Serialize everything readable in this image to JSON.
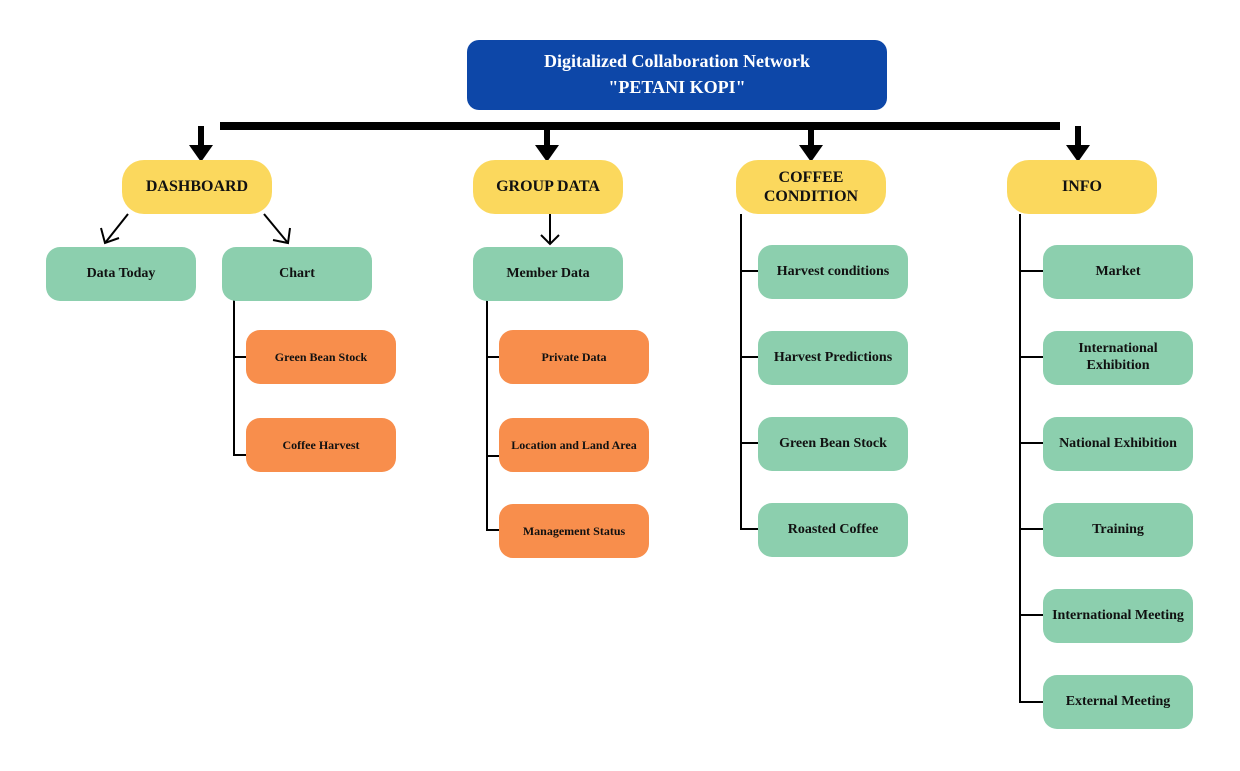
{
  "colors": {
    "root": "#0d47a8",
    "category": "#fbd85d",
    "subitem": "#8ccfae",
    "leaf": "#f88e4c",
    "connector": "#000000"
  },
  "root": {
    "line1": "Digitalized Collaboration Network",
    "line2": "\"PETANI KOPI\""
  },
  "dashboard": {
    "label": "DASHBOARD",
    "data_today": "Data Today",
    "chart": "Chart",
    "chart_items": [
      "Green Bean Stock",
      "Coffee Harvest"
    ]
  },
  "group_data": {
    "label": "GROUP DATA",
    "member_data": "Member Data",
    "member_items": [
      "Private Data",
      "Location and Land Area",
      "Management Status"
    ]
  },
  "coffee_condition": {
    "label_line1": "COFFEE",
    "label_line2": "CONDITION",
    "items": [
      "Harvest conditions",
      "Harvest Predictions",
      "Green Bean Stock",
      "Roasted Coffee"
    ]
  },
  "info": {
    "label": "INFO",
    "items": [
      "Market",
      "International Exhibition",
      "National Exhibition",
      "Training",
      "International Meeting",
      "External Meeting"
    ]
  }
}
